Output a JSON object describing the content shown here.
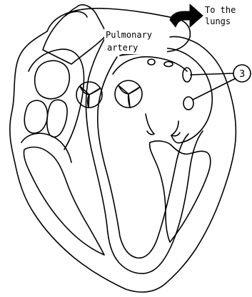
{
  "diagram": {
    "labels": {
      "pulmonary_line1": "Pulmonary",
      "pulmonary_line2": "artery",
      "to_the": "To the",
      "lungs": "lungs",
      "callout_number": "3"
    },
    "colors": {
      "line": "#000000",
      "background": "#ffffff"
    },
    "icons": {
      "direction": "arrow-right-curved-icon"
    }
  }
}
